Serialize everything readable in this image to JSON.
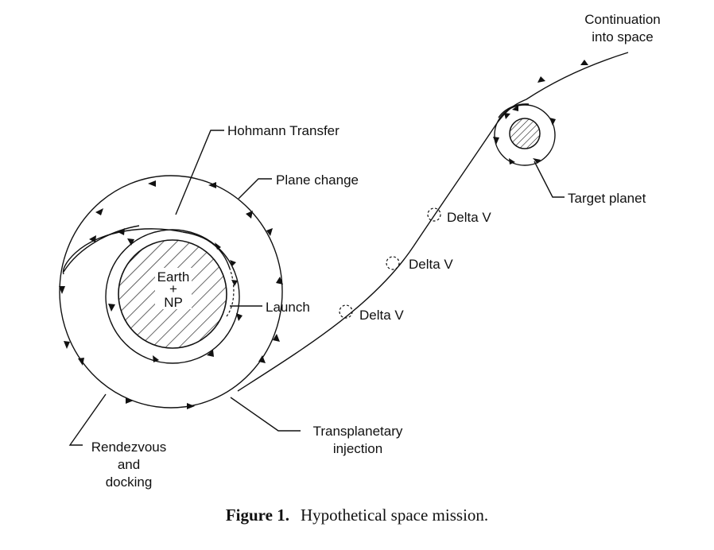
{
  "labels": {
    "continuation_line1": "Continuation",
    "continuation_line2": "into space",
    "hohmann": "Hohmann Transfer",
    "plane_change": "Plane change",
    "target_planet": "Target planet",
    "delta_v_1": "Delta V",
    "delta_v_2": "Delta V",
    "delta_v_3": "Delta V",
    "earth": "Earth",
    "plus": "+",
    "np": "NP",
    "launch": "Launch",
    "rendezvous_line1": "Rendezvous",
    "rendezvous_line2": "and",
    "rendezvous_line3": "docking",
    "transplanetary_line1": "Transplanetary",
    "transplanetary_line2": "injection"
  },
  "caption": {
    "number": "Figure 1.",
    "text": "Hypothetical space mission."
  }
}
